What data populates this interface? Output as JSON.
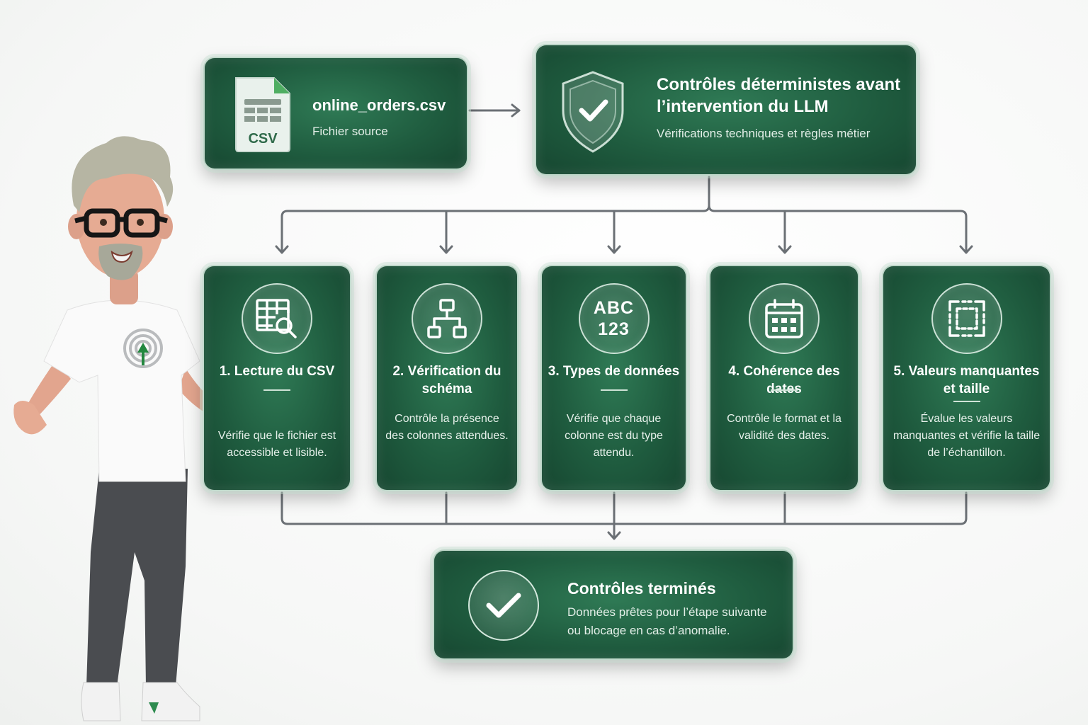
{
  "source": {
    "file_badge": "CSV",
    "filename": "online_orders.csv",
    "subtitle": "Fichier source"
  },
  "header": {
    "title": "Contrôles déterministes avant l’intervention du LLM",
    "subtitle": "Vérifications techniques et règles métier"
  },
  "steps": [
    {
      "icon": "table-search-icon",
      "title": "1. Lecture du CSV",
      "description": "Vérifie que le fichier est accessible et lisible."
    },
    {
      "icon": "schema-tree-icon",
      "title": "2. Vérification du schéma",
      "description": "Contrôle la présence des colonnes attendues."
    },
    {
      "icon": "abc-123-icon",
      "icon_line1": "ABC",
      "icon_line2": "123",
      "title": "3. Types de données",
      "description": "Vérifie que chaque colonne est du type attendu."
    },
    {
      "icon": "calendar-icon",
      "title": "4. Cohérence des dates",
      "description": "Contrôle le format et la validité des dates."
    },
    {
      "icon": "frame-corners-icon",
      "title": "5. Valeurs manquantes et taille",
      "description": "Évalue les valeurs manquantes et vérifie la taille de l’échantillon."
    }
  ],
  "result": {
    "title": "Contrôles terminés",
    "subtitle": "Données prêtes pour l’étape suivante ou blocage en cas d’anomalie."
  },
  "colors": {
    "card_green": "#1f5c3f",
    "connector_gray": "#6b7075",
    "text_white": "#ffffff"
  }
}
